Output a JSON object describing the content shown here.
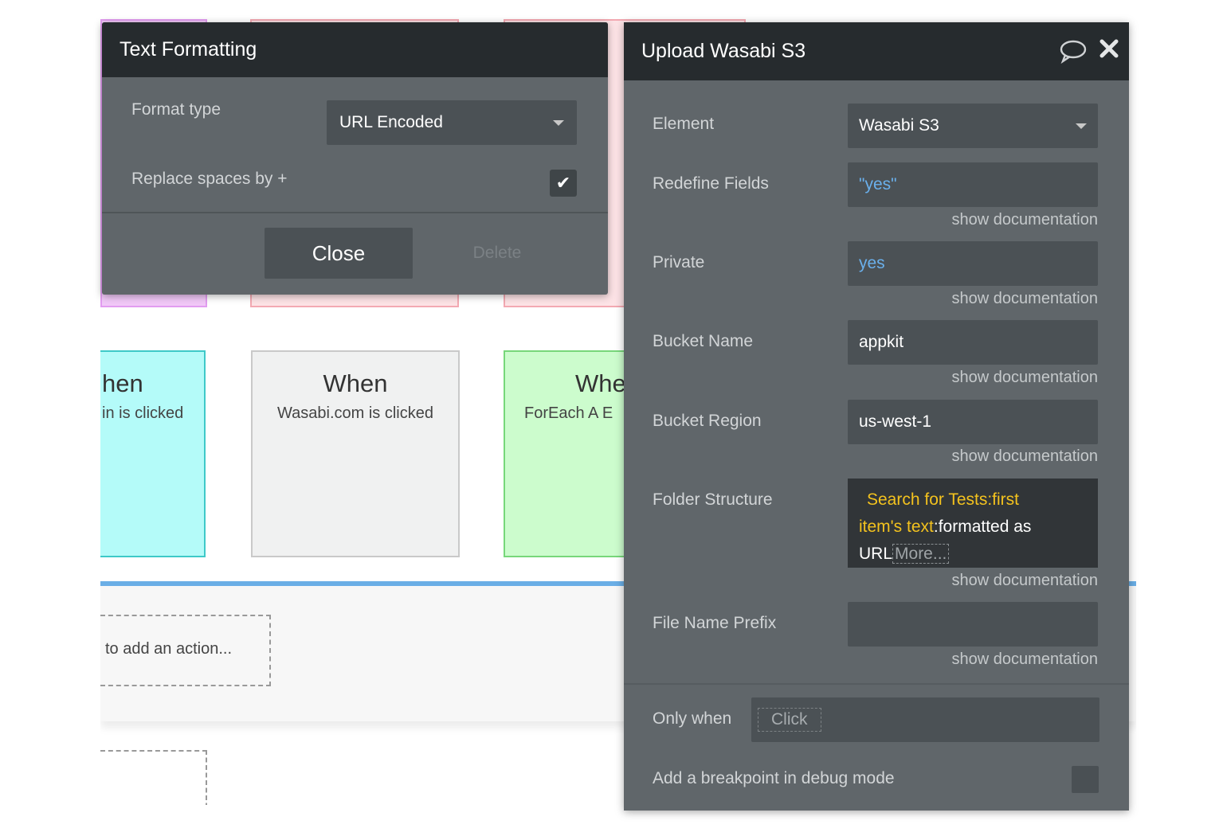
{
  "background": {
    "events": [
      {
        "title": "hen",
        "subtitle": "in is clicked",
        "color": "#b4fbf9",
        "border": "#3ec9c8"
      },
      {
        "title": "When",
        "subtitle": "Wasabi.com is clicked",
        "color": "#f0f1f1",
        "border": "#c9c9c9"
      },
      {
        "title": "Whe",
        "subtitle": "ForEach A E",
        "color": "#ccfccd",
        "border": "#77d77a"
      }
    ],
    "add_action_text": "to add an action..."
  },
  "text_formatting": {
    "title": "Text Formatting",
    "format_type_label": "Format type",
    "format_type_value": "URL Encoded",
    "replace_spaces_label": "Replace spaces by +",
    "replace_spaces_checked": true,
    "close_label": "Close",
    "delete_label": "Delete"
  },
  "upload_panel": {
    "title": "Upload Wasabi S3",
    "fields": {
      "element": {
        "label": "Element",
        "value": "Wasabi S3"
      },
      "redefine_fields": {
        "label": "Redefine Fields",
        "value": "\"yes\""
      },
      "private": {
        "label": "Private",
        "value": "yes"
      },
      "bucket_name": {
        "label": "Bucket Name",
        "value": "appkit"
      },
      "bucket_region": {
        "label": "Bucket Region",
        "value": "us-west-1"
      },
      "folder_structure": {
        "label": "Folder Structure",
        "expr_part1": "Search for Tests:first",
        "expr_part2": "item's text",
        "expr_part3": ":formatted as",
        "expr_part4": "URL",
        "more": "More..."
      },
      "file_name_prefix": {
        "label": "File Name Prefix",
        "value": ""
      }
    },
    "show_documentation": "show documentation",
    "only_when_label": "Only when",
    "only_when_placeholder": "Click",
    "breakpoint_label": "Add a breakpoint in debug mode"
  }
}
